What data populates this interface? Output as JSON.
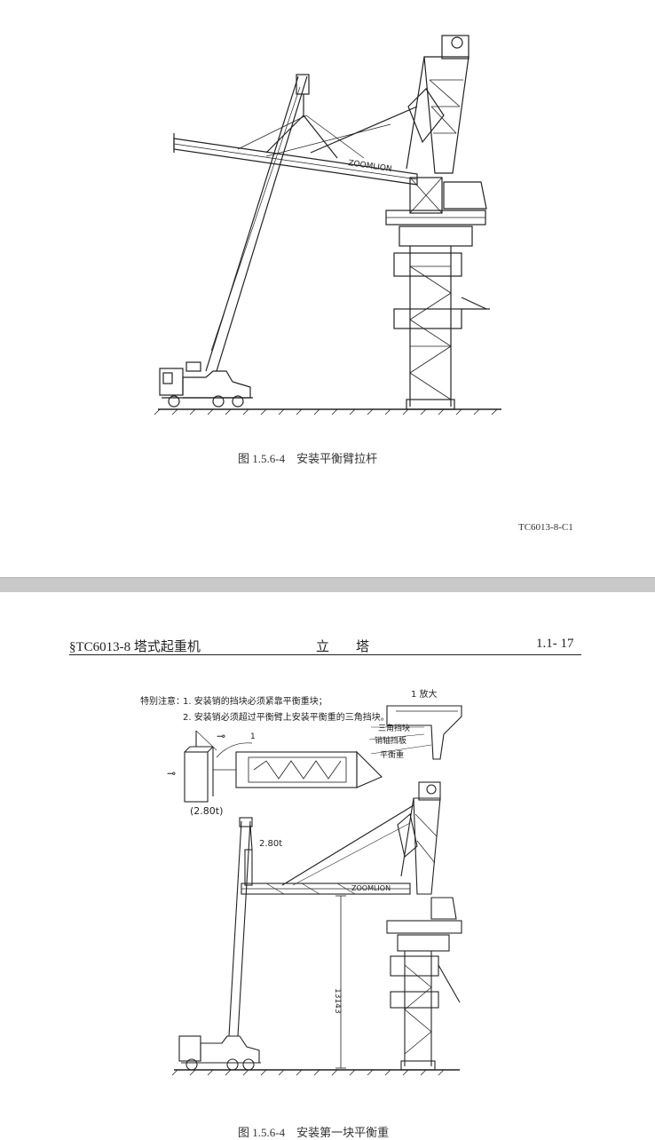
{
  "page1": {
    "caption": "图 1.5.6-4　安装平衡臂拉杆",
    "doc_id": "TC6013-8-C1",
    "jib_brand": "ZOOMLION"
  },
  "page2": {
    "header": {
      "title": "§TC6013-8 塔式起重机",
      "section": "立　　塔",
      "page_num": "1.1- 17"
    },
    "note_heading": "特别注意：",
    "notes": [
      "1. 安装销的挡块必须紧靠平衡重块；",
      "2. 安装销必须超过平衡臂上安装平衡重的三角挡块。"
    ],
    "detail_title": "1 放大",
    "detail_labels": [
      "三角挡块",
      "销轴挡板",
      "平衡重"
    ],
    "callout_number": "1",
    "weight_block": "(2.80t)",
    "weight_hook": "2.80t",
    "dimension": "13143",
    "jib_brand": "ZOOMLION",
    "caption": "图 1.5.6-4　安装第一块平衡重"
  },
  "colors": {
    "ink": "#222222",
    "separator": "#c9c9c9",
    "paper": "#ffffff"
  }
}
